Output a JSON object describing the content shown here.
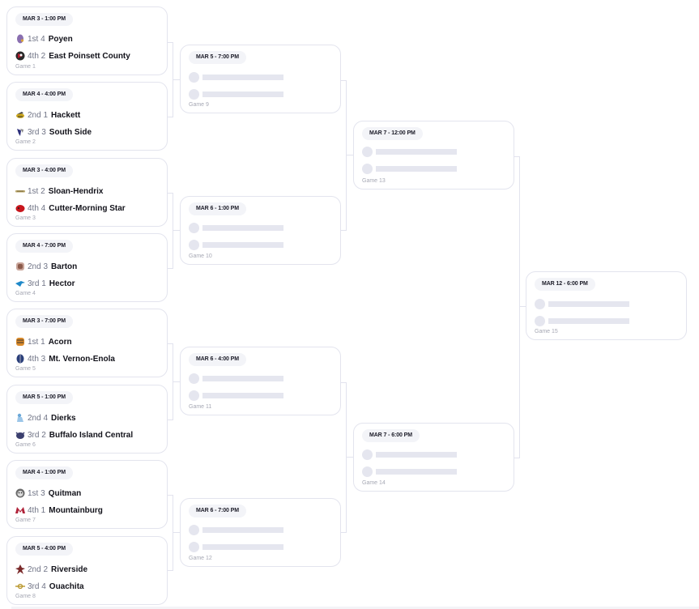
{
  "rounds": {
    "round1": [
      {
        "date": "MAR 3 - 1:00 PM",
        "game": "Game 1",
        "teams": [
          {
            "seed": "1st 4",
            "name": "Poyen",
            "logo": "poyen-logo",
            "color": "#8a6fb0"
          },
          {
            "seed": "4th 2",
            "name": "East Poinsett County",
            "logo": "east-poinsett-county-logo",
            "color": "#b0192b"
          }
        ]
      },
      {
        "date": "MAR 4 - 4:00 PM",
        "game": "Game 2",
        "teams": [
          {
            "seed": "2nd 1",
            "name": "Hackett",
            "logo": "hackett-logo",
            "color": "#c9a41c"
          },
          {
            "seed": "3rd 3",
            "name": "South Side",
            "logo": "south-side-logo",
            "color": "#2b2e7a"
          }
        ]
      },
      {
        "date": "MAR 3 - 4:00 PM",
        "game": "Game 3",
        "teams": [
          {
            "seed": "1st 2",
            "name": "Sloan-Hendrix",
            "logo": "sloan-hendrix-logo",
            "color": "#b8a46a"
          },
          {
            "seed": "4th 4",
            "name": "Cutter-Morning Star",
            "logo": "cutter-morning-star-logo",
            "color": "#c8161d"
          }
        ]
      },
      {
        "date": "MAR 4 - 7:00 PM",
        "game": "Game 4",
        "teams": [
          {
            "seed": "2nd 3",
            "name": "Barton",
            "logo": "barton-logo",
            "color": "#8b5a4a"
          },
          {
            "seed": "3rd 1",
            "name": "Hector",
            "logo": "hector-logo",
            "color": "#1e88c8"
          }
        ]
      },
      {
        "date": "MAR 3 - 7:00 PM",
        "game": "Game 5",
        "teams": [
          {
            "seed": "1st 1",
            "name": "Acorn",
            "logo": "acorn-logo",
            "color": "#d98a2a"
          },
          {
            "seed": "4th 3",
            "name": "Mt. Vernon-Enola",
            "logo": "mt-vernon-enola-logo",
            "color": "#2a3f7a"
          }
        ]
      },
      {
        "date": "MAR 5 - 1:00 PM",
        "game": "Game 6",
        "teams": [
          {
            "seed": "2nd 4",
            "name": "Dierks",
            "logo": "dierks-logo",
            "color": "#6aa8d8"
          },
          {
            "seed": "3rd 2",
            "name": "Buffalo Island Central",
            "logo": "buffalo-island-central-logo",
            "color": "#3b3f6e"
          }
        ]
      },
      {
        "date": "MAR 4 - 1:00 PM",
        "game": "Game 7",
        "teams": [
          {
            "seed": "1st 3",
            "name": "Quitman",
            "logo": "quitman-logo",
            "color": "#6b6b6b"
          },
          {
            "seed": "4th 1",
            "name": "Mountainburg",
            "logo": "mountainburg-logo",
            "color": "#b0233a"
          }
        ]
      },
      {
        "date": "MAR 5 - 4:00 PM",
        "game": "Game 8",
        "teams": [
          {
            "seed": "2nd 2",
            "name": "Riverside",
            "logo": "riverside-logo",
            "color": "#7a2a2a"
          },
          {
            "seed": "3rd 4",
            "name": "Ouachita",
            "logo": "ouachita-logo",
            "color": "#b8962a"
          }
        ]
      }
    ],
    "round2": [
      {
        "date": "MAR 5 - 7:00 PM",
        "game": "Game 9"
      },
      {
        "date": "MAR 6 - 1:00 PM",
        "game": "Game 10"
      },
      {
        "date": "MAR 6 - 4:00 PM",
        "game": "Game 11"
      },
      {
        "date": "MAR 6 - 7:00 PM",
        "game": "Game 12"
      }
    ],
    "round3": [
      {
        "date": "MAR 7 - 12:00 PM",
        "game": "Game 13"
      },
      {
        "date": "MAR 7 - 6:00 PM",
        "game": "Game 14"
      }
    ],
    "round4": [
      {
        "date": "MAR 12 - 6:00 PM",
        "game": "Game 15"
      }
    ]
  },
  "colors": {
    "card_border": "#e3e4ee",
    "pill_bg": "#f3f4f8",
    "placeholder": "#e5e6ef",
    "connector": "#e2e3ee",
    "seed_text": "#707486",
    "name_text": "#12121a",
    "game_label": "#a6a8b4"
  }
}
